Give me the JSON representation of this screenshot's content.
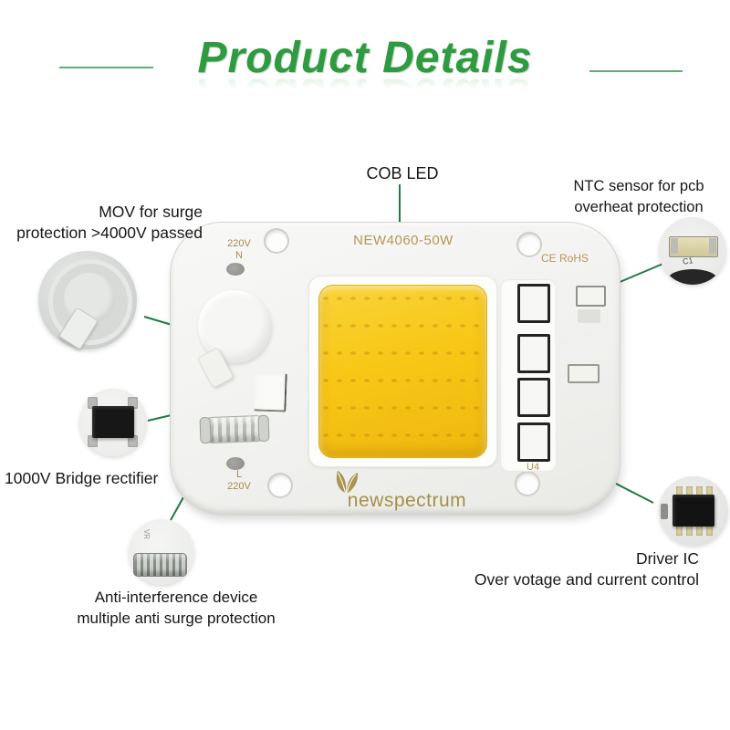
{
  "title": {
    "text": "Product Details"
  },
  "callouts": {
    "cob": {
      "label": "COB LED"
    },
    "ntc": {
      "line1": "NTC sensor for pcb",
      "line2": "overheat protection"
    },
    "mov": {
      "line1": "MOV for surge",
      "line2": "protection >4000V passed"
    },
    "rectifier": {
      "label": "1000V Bridge rectifier"
    },
    "anti": {
      "line1": "Anti-interference device",
      "line2": "multiple anti surge protection"
    },
    "driver": {
      "line1": "Driver IC",
      "line2": "Over votage and current control"
    }
  },
  "board": {
    "model": "NEW4060-50W",
    "cert": "CE RoHS",
    "input_top": {
      "line1": "220V",
      "line2": "N"
    },
    "input_bottom": {
      "line1": "L",
      "line2": "220V"
    },
    "ref_u4": "U4",
    "brand": "newspectrum"
  },
  "photos": {
    "ntc_ref": "C1",
    "anti_ref": "VR"
  },
  "colors": {
    "title_green": "#2E9B40",
    "divider_green": "#57B277",
    "leader_green": "#1F7B41",
    "dot_green": "#4DB251",
    "board_gold": "#B3985A",
    "led_yellow": "#F7C716"
  }
}
